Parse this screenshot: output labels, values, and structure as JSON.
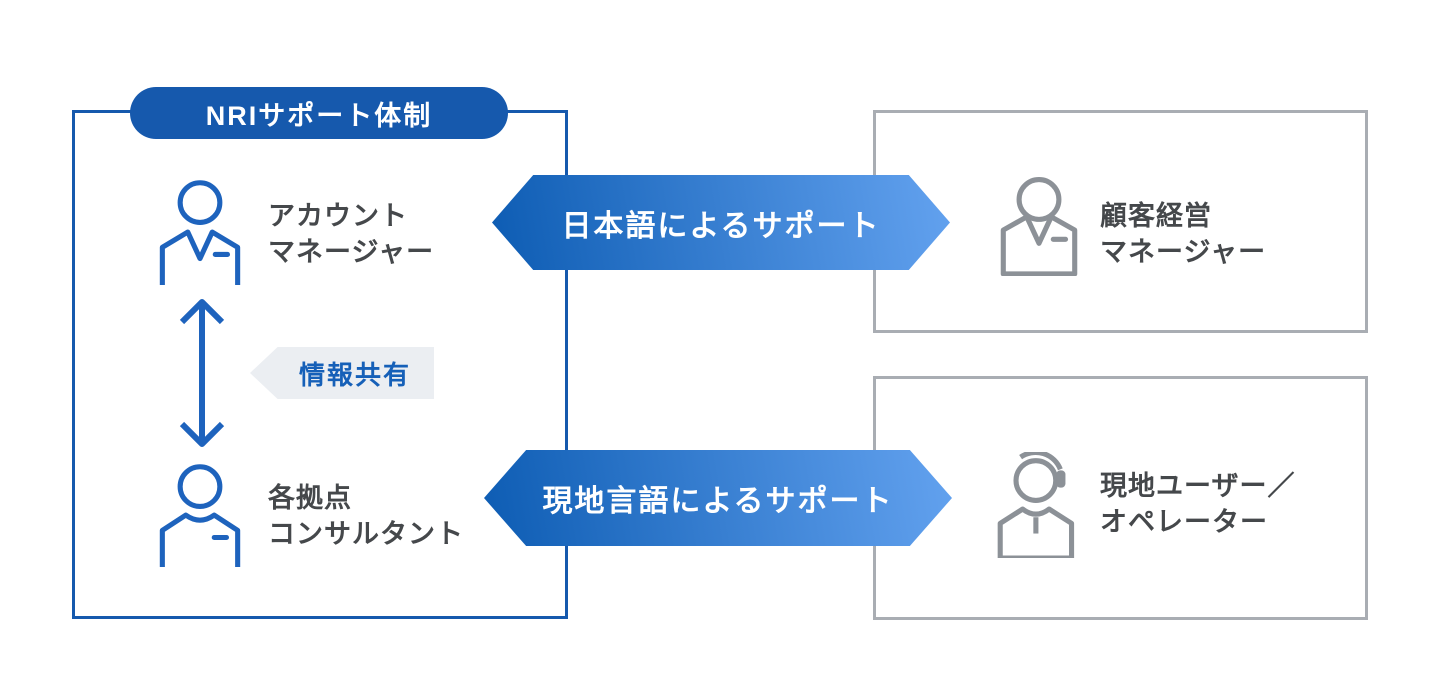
{
  "colors": {
    "primary_blue": "#1659ad",
    "arrow_blue": "#1e63bd",
    "banner_grad_start": "#0d5cb3",
    "banner_grad_end": "#63a2ef",
    "tag_bg": "#ebeef2",
    "tag_text": "#1660b8",
    "gray_border": "#a9adb3",
    "gray_icon": "#8c9197",
    "text_dark": "#45484b"
  },
  "diagram": {
    "group_label": "NRIサポート体制",
    "left_box": {
      "members": [
        {
          "icon": "person-suit-icon",
          "label_lines": [
            "アカウント",
            "マネージャー"
          ]
        },
        {
          "icon": "person-collar-icon",
          "label_lines": [
            "各拠点",
            "コンサルタント"
          ]
        }
      ],
      "info_share_label": "情報共有"
    },
    "banners": [
      {
        "label": "日本語によるサポート"
      },
      {
        "label": "現地言語によるサポート"
      }
    ],
    "right_boxes": [
      {
        "icon": "person-suit-icon",
        "label_lines": [
          "顧客経営",
          "マネージャー"
        ]
      },
      {
        "icon": "person-headset-icon",
        "label_lines": [
          "現地ユーザー／",
          "オペレーター"
        ]
      }
    ]
  }
}
